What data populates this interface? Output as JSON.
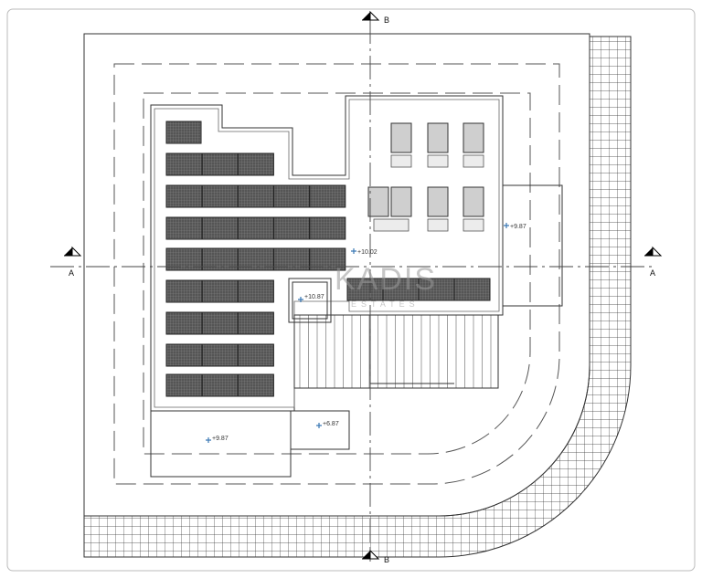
{
  "drawing": {
    "section_labels": {
      "top": "B",
      "bottom": "B",
      "left": "A",
      "right": "A"
    },
    "elevations": [
      "+10.02",
      "+10.87",
      "+9.87",
      "+9.87",
      "+6.87"
    ],
    "watermark": {
      "brand": "KADIS",
      "sub": "ESTATES"
    }
  }
}
